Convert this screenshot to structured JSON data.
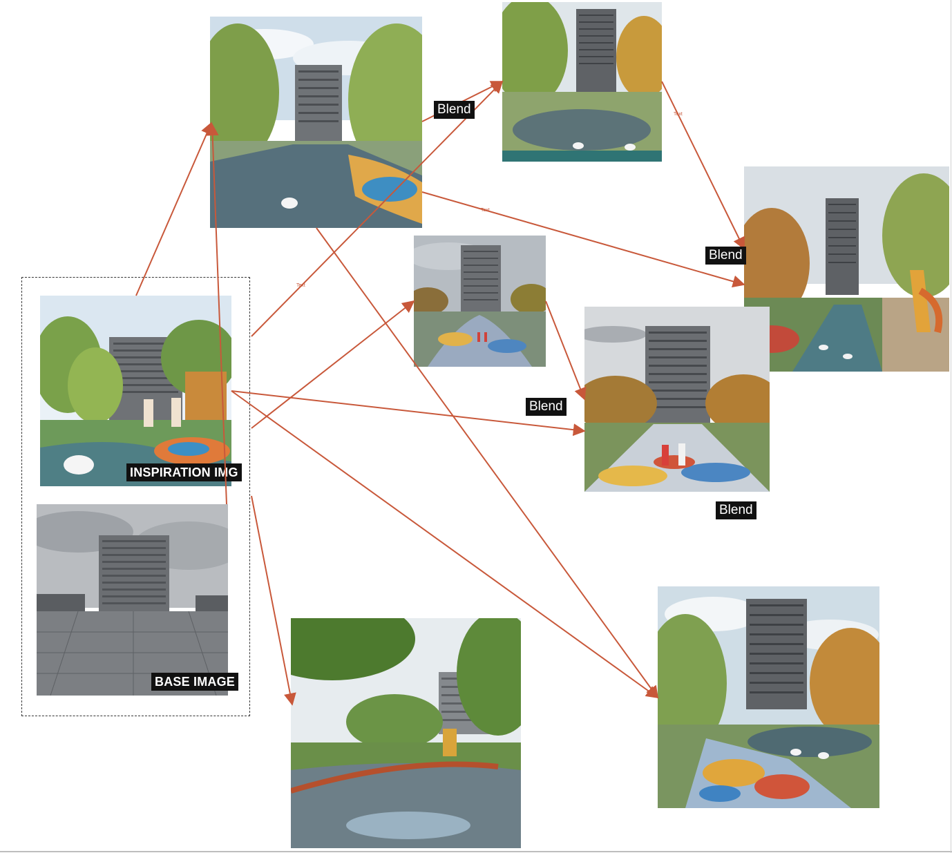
{
  "labels": {
    "inspiration": "INSPIRATION IMG",
    "base": "BASE IMAGE",
    "blend": "Blend",
    "text": "Text"
  },
  "colors": {
    "arrow": "#c8583a",
    "label_bg": "#111111",
    "label_fg": "#ffffff",
    "frame": "#333333"
  },
  "nodes": [
    {
      "id": "inspiration",
      "kind": "input-image",
      "content": "watercolor park with tower block, children, swan, colorful playground"
    },
    {
      "id": "base",
      "kind": "input-image",
      "content": "grey tower block over wet paved plaza"
    },
    {
      "id": "gen-a",
      "kind": "generated-image",
      "content": "tower behind tree-lined canal with colorful path"
    },
    {
      "id": "gen-b",
      "kind": "generated-image",
      "content": "tall tower over park pond with geese"
    },
    {
      "id": "gen-c",
      "kind": "generated-image",
      "content": "tower over reflective painted plaza with children"
    },
    {
      "id": "gen-d",
      "kind": "generated-image",
      "content": "tower over canal park with playground slide and swans"
    },
    {
      "id": "gen-e",
      "kind": "generated-image",
      "content": "tower over colorful walkway with two children"
    },
    {
      "id": "gen-f",
      "kind": "generated-image",
      "content": "tower seen through trees over bridge and pond"
    },
    {
      "id": "gen-g",
      "kind": "generated-image",
      "content": "tower over pond with painted floral pathway and birds"
    }
  ]
}
